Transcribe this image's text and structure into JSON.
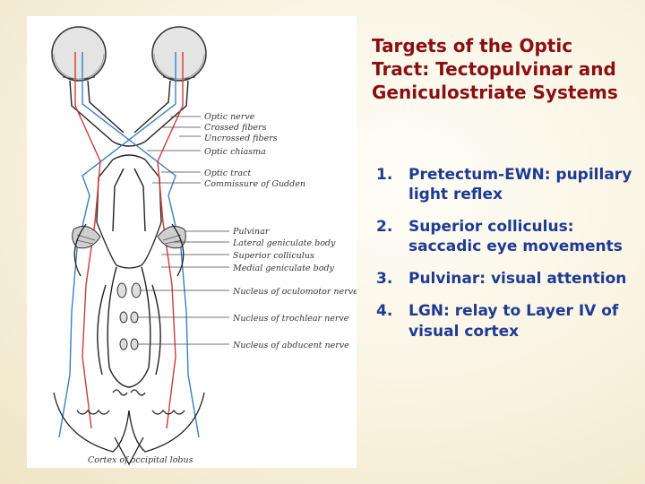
{
  "slide": {
    "title": "Targets of the Optic Tract: Tectopulvinar and Geniculostriate Systems",
    "items": [
      {
        "number": "1.",
        "text": "Pretectum-EWN: pupillary light reflex"
      },
      {
        "number": "2.",
        "text": "Superior colliculus: saccadic eye movements"
      },
      {
        "number": "3.",
        "text": "Pulvinar:  visual attention"
      },
      {
        "number": "4.",
        "text": "LGN:  relay to Layer IV of visual cortex"
      }
    ]
  },
  "figure": {
    "labels": {
      "optic_nerve": "Optic nerve",
      "crossed_fibers": "Crossed fibers",
      "uncrossed_fibers": "Uncrossed fibers",
      "optic_chiasma": "Optic chiasma",
      "optic_tract": "Optic tract",
      "commissure": "Commissure of Gudden",
      "pulvinar": "Pulvinar",
      "lateral_geniculate": "Lateral geniculate body",
      "superior_colliculus": "Superior colliculus",
      "medial_geniculate": "Medial geniculate body",
      "oculomotor": "Nucleus of oculomotor nerve",
      "trochlear": "Nucleus of trochlear nerve",
      "abducent": "Nucleus of abducent nerve",
      "cortex": "Cortex of occipital lobus"
    },
    "colors": {
      "crossed": "#3b7fc4",
      "uncrossed": "#d03a3a",
      "outline": "#222222"
    }
  }
}
